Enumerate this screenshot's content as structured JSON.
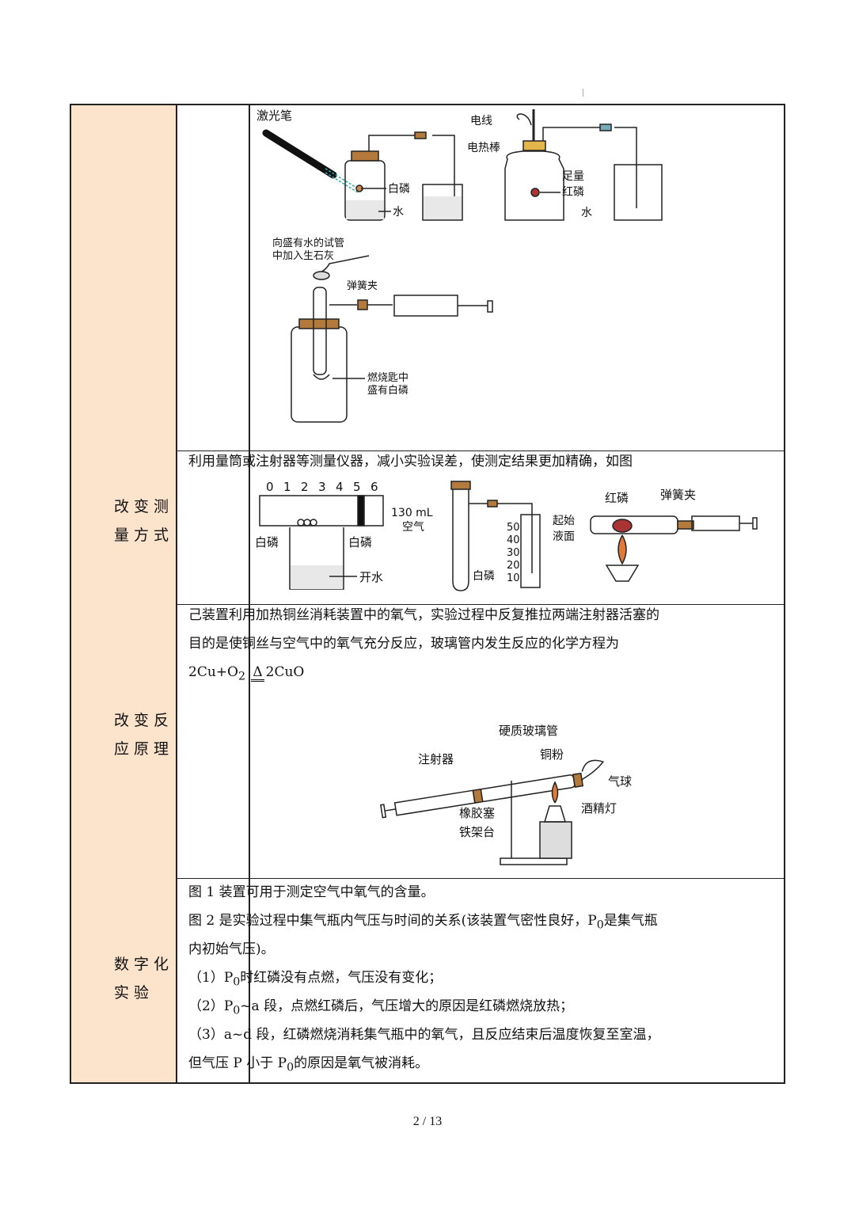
{
  "rows": {
    "r1": {
      "fig1": {
        "laser": "激光笔",
        "phos": "白磷",
        "water": "水"
      },
      "fig2": {
        "wire": "电线",
        "rod": "电热棒",
        "red1": "足量",
        "red2": "红磷",
        "water": "水"
      },
      "fig3": {
        "note1": "向盛有水的试管",
        "note2": "中加入生石灰",
        "clip": "弹簧夹",
        "spoon1": "燃烧匙中",
        "spoon2": "盛有白磷"
      }
    },
    "r2": {
      "label": "改变测量方式",
      "text": "利用量筒或注射器等测量仪器，减小实验误差，使测定结果更加精确，如图",
      "figA": {
        "scale": [
          "0",
          "1",
          "2",
          "3",
          "4",
          "5",
          "6"
        ],
        "phosL": "白磷",
        "phosR": "白磷",
        "hotwater": "开水"
      },
      "figB": {
        "air1": "130 mL",
        "air2": "空气",
        "start1": "起始",
        "start2": "液面",
        "phos": "白磷",
        "ticks": [
          "50",
          "40",
          "30",
          "20",
          "10"
        ]
      },
      "figC": {
        "red": "红磷",
        "clip": "弹簧夹"
      }
    },
    "r3": {
      "label": "改变反应原理",
      "text1": "己装置利用加热铜丝消耗装置中的氧气，实验过程中反复推拉两端注射器活塞的",
      "text2": "目的是使铜丝与空气中的氧气充分反应，玻璃管内发生反应的化学方程为",
      "eq_left": "2Cu+O",
      "eq_sub": "2",
      "eq_delta": "Δ",
      "eq_right": "2CuO",
      "fig": {
        "tube": "硬质玻璃管",
        "copper": "铜粉",
        "syringe": "注射器",
        "balloon": "气球",
        "stopper": "橡胶塞",
        "lamp": "酒精灯",
        "stand": "铁架台"
      }
    },
    "r4": {
      "label": "数字化实验",
      "p1": "图 1 装置可用于测定空气中氧气的含量。",
      "p2a": "图 2 是实验过程中集气瓶内气压与时间的关系(该装置气密性良好，P",
      "p2b": "是集气瓶",
      "p2c": "内初始气压)。",
      "p3a": "（1）P",
      "p3b": "时红磷没有点燃，气压没有变化；",
      "p4a": "（2）P",
      "p4b": "~a 段，点燃红磷后，气压增大的原因是红磷燃烧放热；",
      "p5": "（3）a~d 段，红磷燃烧消耗集气瓶中的氧气，且反应结束后温度恢复至室温，",
      "p6a": "但气压 P 小于 P",
      "p6b": "的原因是氧气被消耗。",
      "sub0": "0"
    }
  },
  "footer": "2 / 13"
}
